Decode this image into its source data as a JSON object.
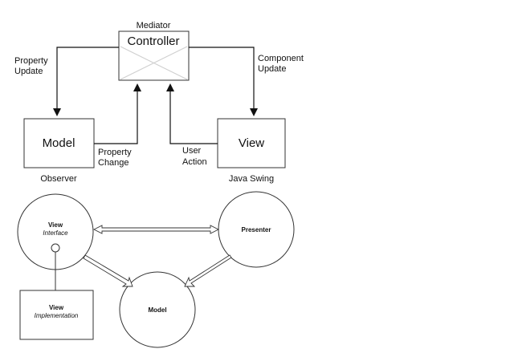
{
  "mvc": {
    "mediator_label": "Mediator",
    "controller_label": "Controller",
    "model_label": "Model",
    "view_label": "View",
    "observer_label": "Observer",
    "java_swing_label": "Java Swing",
    "property_update_line1": "Property",
    "property_update_line2": "Update",
    "component_update_line1": "Component",
    "component_update_line2": "Update",
    "property_change_line1": "Property",
    "property_change_line2": "Change",
    "user_action_line1": "User",
    "user_action_line2": "Action"
  },
  "mvp": {
    "view_interface_line1": "View",
    "view_interface_line2": "Interface",
    "presenter_label": "Presenter",
    "model_label": "Model",
    "view_impl_line1": "View",
    "view_impl_line2": "Implementation"
  }
}
